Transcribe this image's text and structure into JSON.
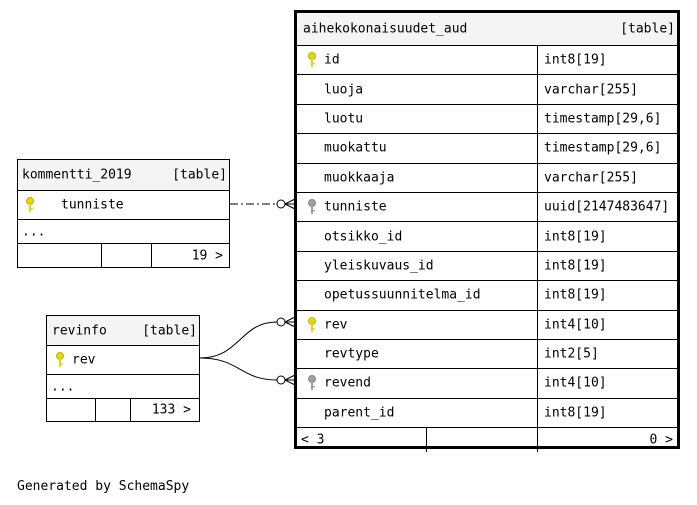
{
  "main_table": {
    "name": "aihekokonaisuudet_aud",
    "kind": "[table]",
    "columns": [
      {
        "name": "id",
        "type": "int8[19]",
        "key": "primary"
      },
      {
        "name": "luoja",
        "type": "varchar[255]",
        "key": ""
      },
      {
        "name": "luotu",
        "type": "timestamp[29,6]",
        "key": ""
      },
      {
        "name": "muokattu",
        "type": "timestamp[29,6]",
        "key": ""
      },
      {
        "name": "muokkaaja",
        "type": "varchar[255]",
        "key": ""
      },
      {
        "name": "tunniste",
        "type": "uuid[2147483647]",
        "key": "foreign"
      },
      {
        "name": "otsikko_id",
        "type": "int8[19]",
        "key": ""
      },
      {
        "name": "yleiskuvaus_id",
        "type": "int8[19]",
        "key": ""
      },
      {
        "name": "opetussuunnitelma_id",
        "type": "int8[19]",
        "key": ""
      },
      {
        "name": "rev",
        "type": "int4[10]",
        "key": "primary"
      },
      {
        "name": "revtype",
        "type": "int2[5]",
        "key": ""
      },
      {
        "name": "revend",
        "type": "int4[10]",
        "key": "foreign"
      },
      {
        "name": "parent_id",
        "type": "int8[19]",
        "key": ""
      }
    ],
    "footer_left": "< 3",
    "footer_right": "0 >"
  },
  "kommentti_table": {
    "name": "kommentti_2019",
    "kind": "[table]",
    "key_column": "tunniste",
    "more": "...",
    "footer_right": "19 >"
  },
  "revinfo_table": {
    "name": "revinfo",
    "kind": "[table]",
    "key_column": "rev",
    "more": "...",
    "footer_right": "133 >"
  },
  "footer_text": "Generated by SchemaSpy",
  "colors": {
    "primary_key": "#e6d800",
    "foreign_key": "#a0a0a0",
    "header_bg": "#f4f4f4"
  }
}
